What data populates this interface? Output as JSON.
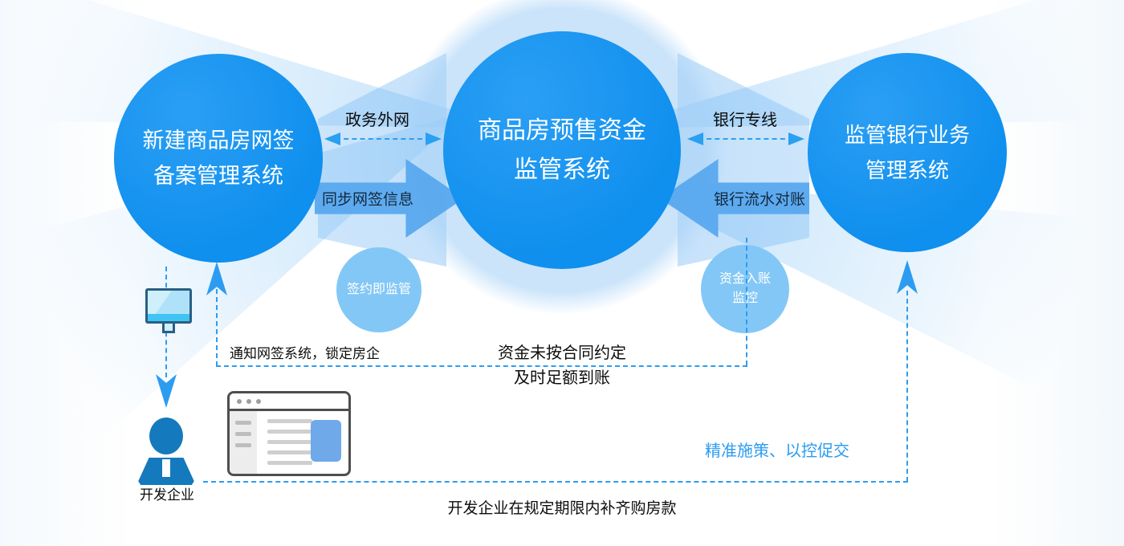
{
  "diagram": {
    "systems": {
      "left": {
        "line1": "新建商品房网签",
        "line2": "备案管理系统"
      },
      "center": {
        "line1": "商品房预售资金",
        "line2": "监管系统"
      },
      "right": {
        "line1": "监管银行业务",
        "line2": "管理系统"
      }
    },
    "subnodes": {
      "sign_supervision": {
        "label": "签约即监管"
      },
      "funds_monitoring": {
        "line1": "资金入账",
        "line2": "监控"
      }
    },
    "connections": {
      "gov_extranet": "政务外网",
      "bank_dedicated_line": "银行专线",
      "sync_netsign_info": "同步网签信息",
      "bank_statement_reconciliation": "银行流水对账"
    },
    "annotations": {
      "notify_lock": "通知网签系统，锁定房企",
      "funds_not_arrived_line1": "资金未按合同约定",
      "funds_not_arrived_line2": "及时足额到账",
      "precise_policy": "精准施策、以控促交",
      "developer_repay": "开发企业在规定期限内补齐购房款",
      "developer_label": "开发企业"
    },
    "icons": {
      "monitor": "monitor-icon",
      "developer": "person-icon",
      "browser": "browser-window-icon"
    },
    "colors": {
      "primary_blue": "#1495F2",
      "light_circle_blue": "#83C7F6",
      "dashed_line_blue": "#2D9CF0",
      "block_arrow_blue": "#56A6EE",
      "policy_text_blue": "#2D9CF0",
      "text_dark": "#0C0C0C"
    }
  }
}
